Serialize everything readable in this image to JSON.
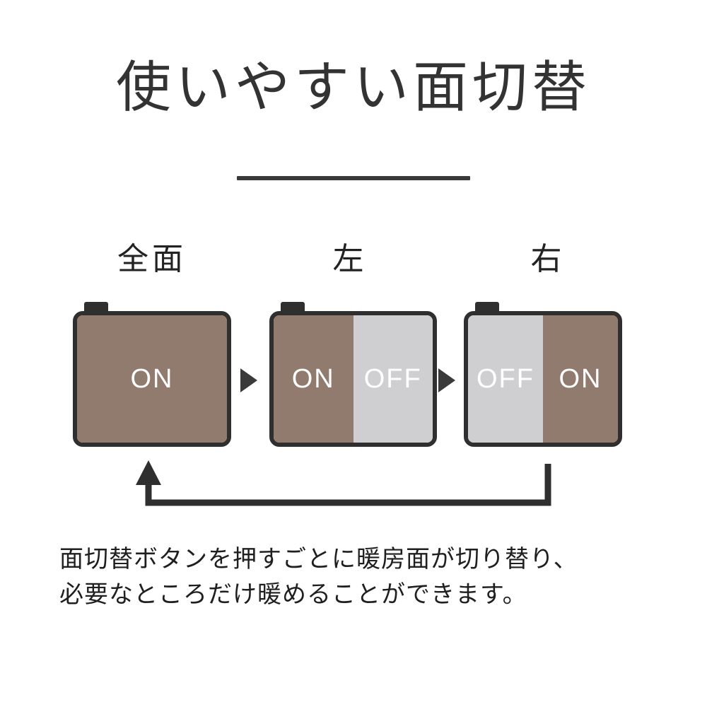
{
  "page": {
    "background": "#ffffff",
    "title": "使いやすい面切替"
  },
  "colors": {
    "on_panel": "#917a6e",
    "off_panel": "#cfcfd1",
    "outline": "#2f2f2f",
    "text": "#222222",
    "rule": "#3a3a3a"
  },
  "steps": [
    {
      "label": "全面",
      "panels": [
        {
          "state": "ON",
          "side": "full"
        }
      ]
    },
    {
      "label": "左",
      "panels": [
        {
          "state": "ON",
          "side": "left"
        },
        {
          "state": "OFF",
          "side": "right"
        }
      ]
    },
    {
      "label": "右",
      "panels": [
        {
          "state": "OFF",
          "side": "left"
        },
        {
          "state": "ON",
          "side": "right"
        }
      ]
    }
  ],
  "arrows": {
    "step_arrow_1": "triangle-right",
    "step_arrow_2": "triangle-right",
    "loop_arrow": "loop-back-up-left"
  },
  "caption": {
    "line1": "面切替ボタンを押すごとに暖房面が切り替り、",
    "line2": "必要なところだけ暖めることができます。"
  }
}
